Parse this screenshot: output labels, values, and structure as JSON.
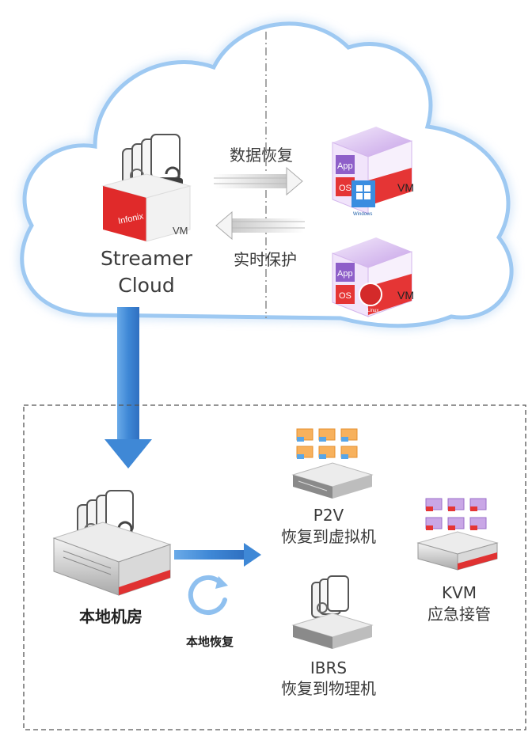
{
  "cloud": {
    "server_name_line1": "Streamer",
    "server_name_line2": "Cloud",
    "server_brand": "Infonix",
    "server_vm": "VM",
    "arrow_top_label": "数据恢复",
    "arrow_bottom_label": "实时保护",
    "vm1": {
      "app": "App",
      "os": "OS",
      "vm": "VM",
      "os_logo": "Windows"
    },
    "vm2": {
      "app": "App",
      "os": "OS",
      "vm": "VM",
      "os_logo": "Linux"
    }
  },
  "local": {
    "site_label": "本地机房",
    "restore_label": "本地恢复",
    "p2v_title": "P2V",
    "p2v_desc": "恢复到虚拟机",
    "ibrs_title": "IBRS",
    "ibrs_desc": "恢复到物理机",
    "kvm_title": "KVM",
    "kvm_desc": "应急接管"
  },
  "colors": {
    "cloud_glow": "#9ec9f2",
    "arrow_blue": "#4a90d9",
    "server_red": "#e03232",
    "vm_purple": "#c9a7e6",
    "dashed_border": "#555555"
  }
}
